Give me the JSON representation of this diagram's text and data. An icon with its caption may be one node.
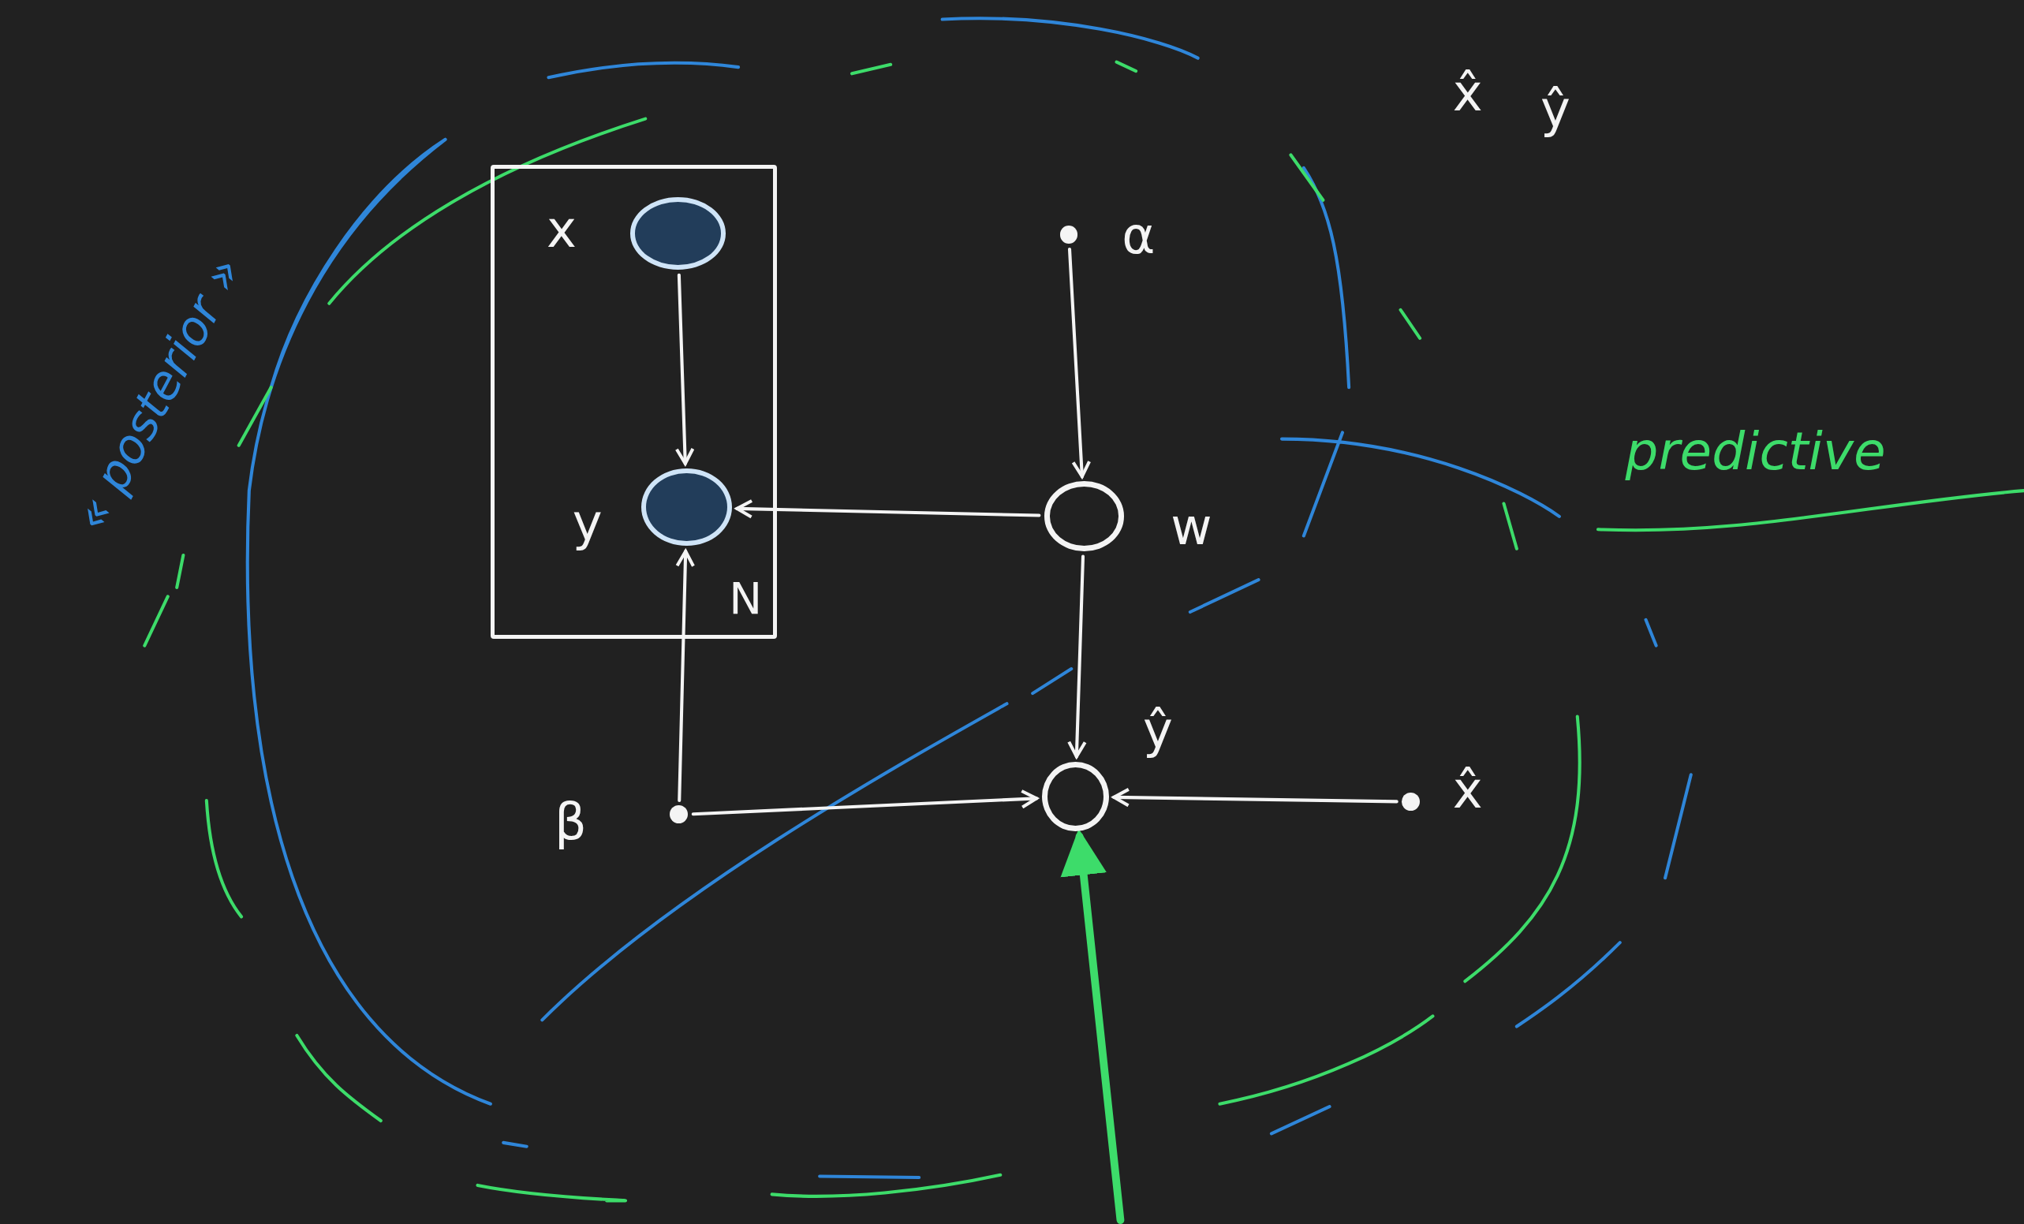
{
  "diagram": {
    "nodes": [
      {
        "text": [
          "N"
        ]
      },
      {
        "text": [],
        "shape": "circle",
        "in": 0,
        "beside": [
          "x"
        ]
      },
      {
        "text": [],
        "shape": "circle",
        "in": 0,
        "beside": [
          "y"
        ]
      },
      {
        "text": [],
        "shape": "circle",
        "beside": [
          "α"
        ]
      },
      {
        "text": [],
        "shape": "circle",
        "beside": [
          "w"
        ]
      },
      {
        "text": [],
        "shape": "circle",
        "beside": [
          "β"
        ]
      },
      {
        "text": [],
        "shape": "circle",
        "beside": [
          "ŷ"
        ]
      },
      {
        "text": [],
        "shape": "circle",
        "beside": [
          "x̂"
        ]
      }
    ],
    "edges": [
      {
        "from": 1,
        "to": 2,
        "arrow": "to"
      },
      {
        "from": 4,
        "to": 2,
        "arrow": "to"
      },
      {
        "from": 3,
        "to": 4,
        "arrow": "to"
      },
      {
        "from": 4,
        "to": 6,
        "arrow": "to"
      },
      {
        "from": 5,
        "to": 2,
        "arrow": "to"
      },
      {
        "from": 5,
        "to": 6,
        "arrow": "to"
      },
      {
        "from": 7,
        "to": 6,
        "arrow": "to"
      },
      {
        "from": null,
        "to": 6,
        "arrow": "to",
        "style": "thick",
        "color": "#3ddc6a"
      }
    ],
    "labels": [
      "x̂",
      "ŷ",
      "« posterior »",
      "predictive"
    ]
  }
}
